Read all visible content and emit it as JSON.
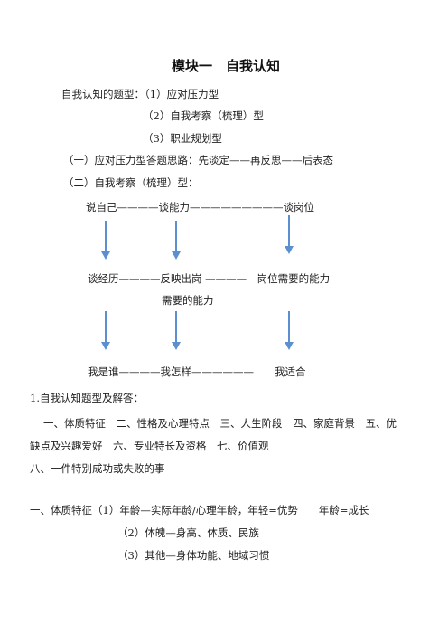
{
  "title": "模块一　自我认知",
  "intro": {
    "types_lead": "自我认知的题型：（1）应对压力型",
    "type2": "（2）自我考察（梳理）型",
    "type3": "（3）职业规划型",
    "section1": "（一）应对压力型答题思路：先淡定——再反思——后表态",
    "section2": "（二）自我考察（梳理）型："
  },
  "diagram": {
    "row1": "说自己————谈能力—————————谈岗位",
    "row2a": "谈经历————反映出岗 ————　岗位需要的能力",
    "row2b": "需要的能力",
    "row3": "我是谁————我怎样——————　　我适合"
  },
  "qa": {
    "heading": "1.自我认知题型及解答：",
    "line1": "一、体质特征　二、性格及心理特点　三、人生阶段　四、家庭背景　五、优",
    "line2": "缺点及兴趣爱好　六、专业特长及资格　七、价值观",
    "line3": "八、一件特别成功或失败的事"
  },
  "physique": {
    "line1": "一、体质特征（1）年龄—实际年龄/心理年龄，年轻=优势　　年龄=成长",
    "line2": "（2）体魄—身高、体质、民族",
    "line3": "（3）其他—身体功能、地域习惯"
  },
  "colors": {
    "arrow": "#5b8fd0",
    "text": "#222222"
  },
  "icons": [
    "arrow-down-icon"
  ]
}
